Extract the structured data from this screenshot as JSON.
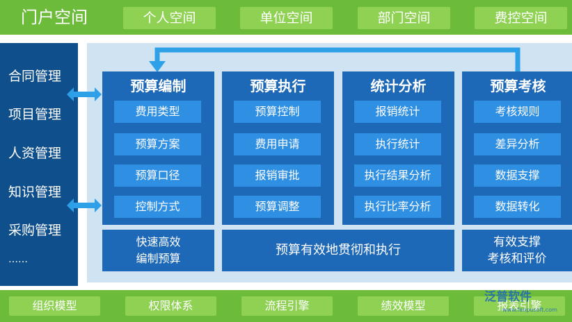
{
  "header": {
    "title": "门户空间",
    "tabs": [
      "个人空间",
      "单位空间",
      "部门空间",
      "费控空间"
    ]
  },
  "sidebar": {
    "items": [
      "合同管理",
      "项目管理",
      "人资管理",
      "知识管理",
      "采购管理",
      "……"
    ]
  },
  "modules": [
    {
      "title": "预算编制",
      "items": [
        "费用类型",
        "预算方案",
        "预算口径",
        "控制方式"
      ]
    },
    {
      "title": "预算执行",
      "items": [
        "预算控制",
        "费用申请",
        "报销审批",
        "预算调整"
      ]
    },
    {
      "title": "统计分析",
      "items": [
        "报销统计",
        "执行统计",
        "执行结果分析",
        "执行比率分析"
      ]
    },
    {
      "title": "预算考核",
      "items": [
        "考核规则",
        "差异分析",
        "数据支撑",
        "数据转化"
      ]
    }
  ],
  "summary": {
    "left": [
      "快速高效",
      "编制预算"
    ],
    "middle": "预算有效地贯彻和执行",
    "right": [
      "有效支撑",
      "考核和评价"
    ]
  },
  "footer": {
    "items": [
      "组织模型",
      "权限体系",
      "流程引擎",
      "绩效模型",
      "报表引擎"
    ]
  },
  "logo": {
    "text": "泛普软件",
    "sub": "www.fanpusoft.com"
  },
  "colors": {
    "green": "#6dbb3a",
    "light_green": "#8fd152",
    "navy": "#0e4f8c",
    "blue": "#1e68b8",
    "light_blue": "#2f8fe3",
    "arrow": "#2ea0e8"
  }
}
